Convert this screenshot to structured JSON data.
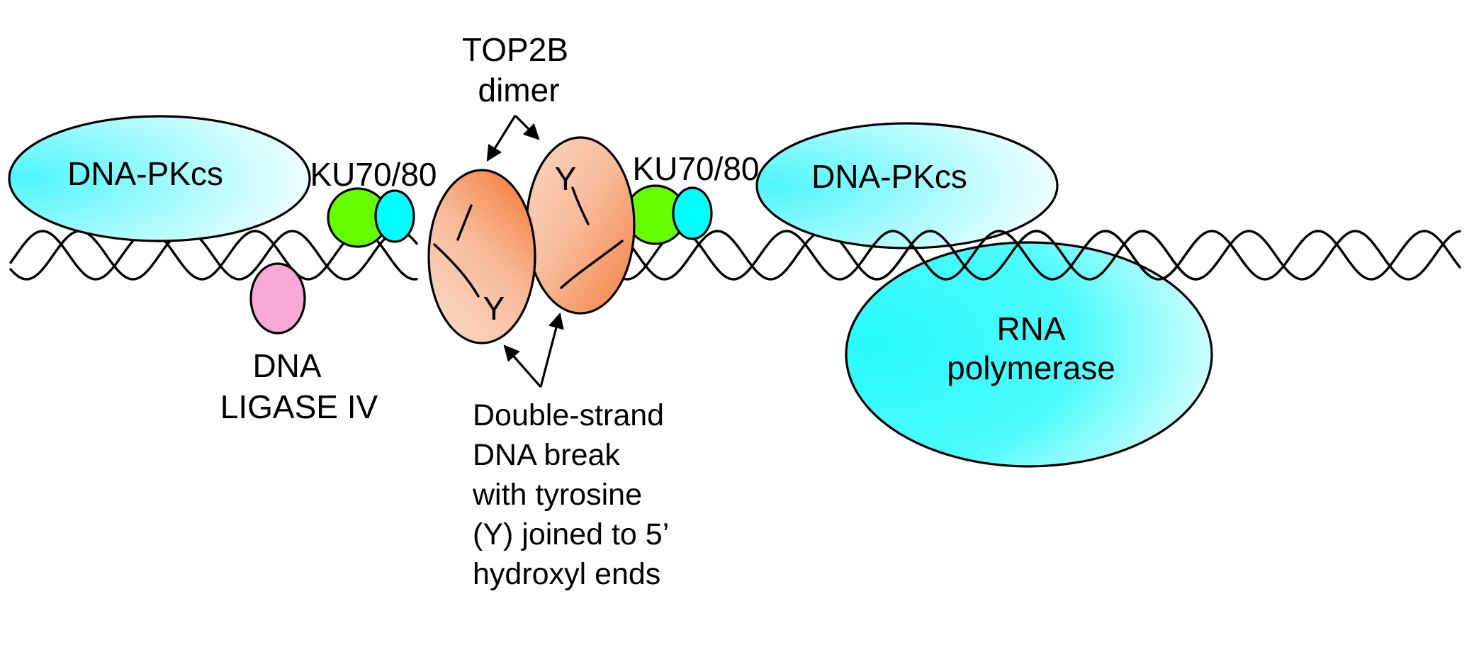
{
  "labels": {
    "top2b_line1": "TOP2B",
    "top2b_line2": "dimer",
    "dnapkcs_left": "DNA-PKcs",
    "dnapkcs_right": "DNA-PKcs",
    "ku_left": "KU70/80",
    "ku_right": "KU70/80",
    "ligase_line1": "DNA",
    "ligase_line2": "LIGASE IV",
    "rnapol_line1": "RNA",
    "rnapol_line2": "polymerase",
    "tyr_left": "Y",
    "tyr_right": "Y",
    "break_line1": "Double-strand",
    "break_line2": "DNA break",
    "break_line3": "with tyrosine",
    "break_line4": "(Y) joined to 5’",
    "break_line5": "hydroxyl ends"
  },
  "colors": {
    "dnapkcs_fill": "#4ef6fb",
    "ku70_fill": "#66ff00",
    "ku80_fill": "#00ffff",
    "top2b_dark": "#f58a4f",
    "top2b_light": "#fad2bd",
    "ligase_fill": "#f8a9d8",
    "rnapol_fill": "#4cfbfb",
    "stroke": "#000000"
  },
  "icons": {
    "dna_strand": "double-helix",
    "arrow": "arrow-head"
  }
}
